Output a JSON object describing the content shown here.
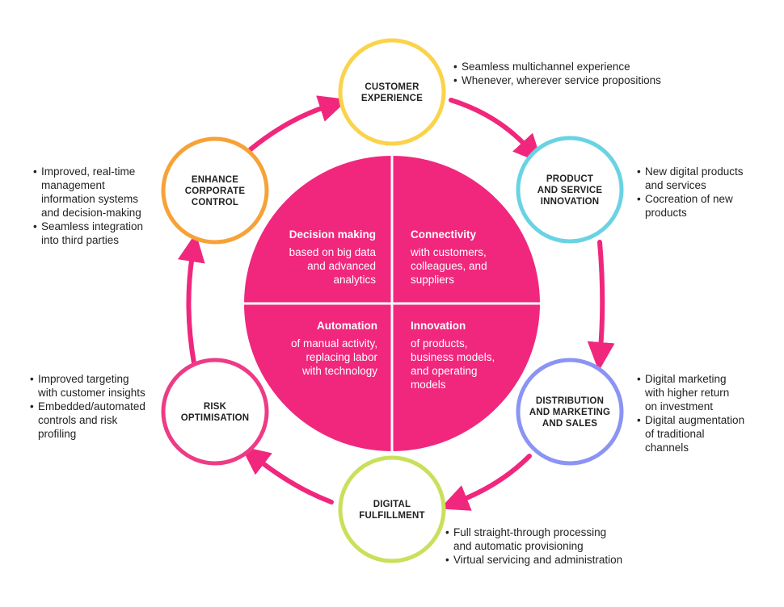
{
  "colors": {
    "accent": "#f0277c",
    "customer_experience": "#fbd34b",
    "product_service_innovation": "#6ad3e3",
    "distribution_marketing_sales": "#8b93f5",
    "digital_fulfillment": "#c8e05a",
    "risk_optimisation": "#ee3b86",
    "enhance_corporate_control": "#f7a238"
  },
  "center": {
    "quadrants": [
      {
        "id": "tl",
        "title": "Decision making",
        "lines": [
          "based on big data",
          "and advanced",
          "analytics"
        ]
      },
      {
        "id": "tr",
        "title": "Connectivity",
        "lines": [
          "with customers,",
          "colleagues, and",
          "suppliers"
        ]
      },
      {
        "id": "bl",
        "title": "Automation",
        "lines": [
          "of manual activity,",
          "replacing labor",
          "with technology"
        ]
      },
      {
        "id": "br",
        "title": "Innovation",
        "lines": [
          "of products,",
          "business models,",
          "and operating",
          "models"
        ]
      }
    ]
  },
  "nodes": [
    {
      "id": "customer-experience",
      "lines": [
        "CUSTOMER",
        "EXPERIENCE"
      ],
      "color_key": "customer_experience",
      "bullets": [
        "Seamless multichannel  experience",
        "Whenever, wherever service propositions"
      ]
    },
    {
      "id": "product-service-innovation",
      "lines": [
        "PRODUCT",
        "AND SERVICE",
        "INNOVATION"
      ],
      "color_key": "product_service_innovation",
      "bullets": [
        "New digital products\nand services",
        "Cocreation of new\nproducts"
      ]
    },
    {
      "id": "distribution-marketing-sales",
      "lines": [
        "DISTRIBUTION",
        "AND MARKETING",
        "AND SALES"
      ],
      "color_key": "distribution_marketing_sales",
      "bullets": [
        "Digital marketing\nwith higher return\non investment",
        "Digital augmentation\nof traditional\nchannels"
      ]
    },
    {
      "id": "digital-fulfillment",
      "lines": [
        "DIGITAL",
        "FULFILLMENT"
      ],
      "color_key": "digital_fulfillment",
      "bullets": [
        "Full straight-through processing\nand automatic provisioning",
        "Virtual servicing and administration"
      ]
    },
    {
      "id": "risk-optimisation",
      "lines": [
        "RISK",
        "OPTIMISATION"
      ],
      "color_key": "risk_optimisation",
      "bullets": [
        "Improved targeting\nwith customer insights",
        "Embedded/automated\ncontrols and risk\nprofiling"
      ]
    },
    {
      "id": "enhance-corporate-control",
      "lines": [
        "ENHANCE",
        "CORPORATE",
        "CONTROL"
      ],
      "color_key": "enhance_corporate_control",
      "bullets": [
        "Improved, real-time\nmanagement\ninformation systems\nand decision-making",
        "Seamless integration\ninto third parties"
      ]
    }
  ]
}
